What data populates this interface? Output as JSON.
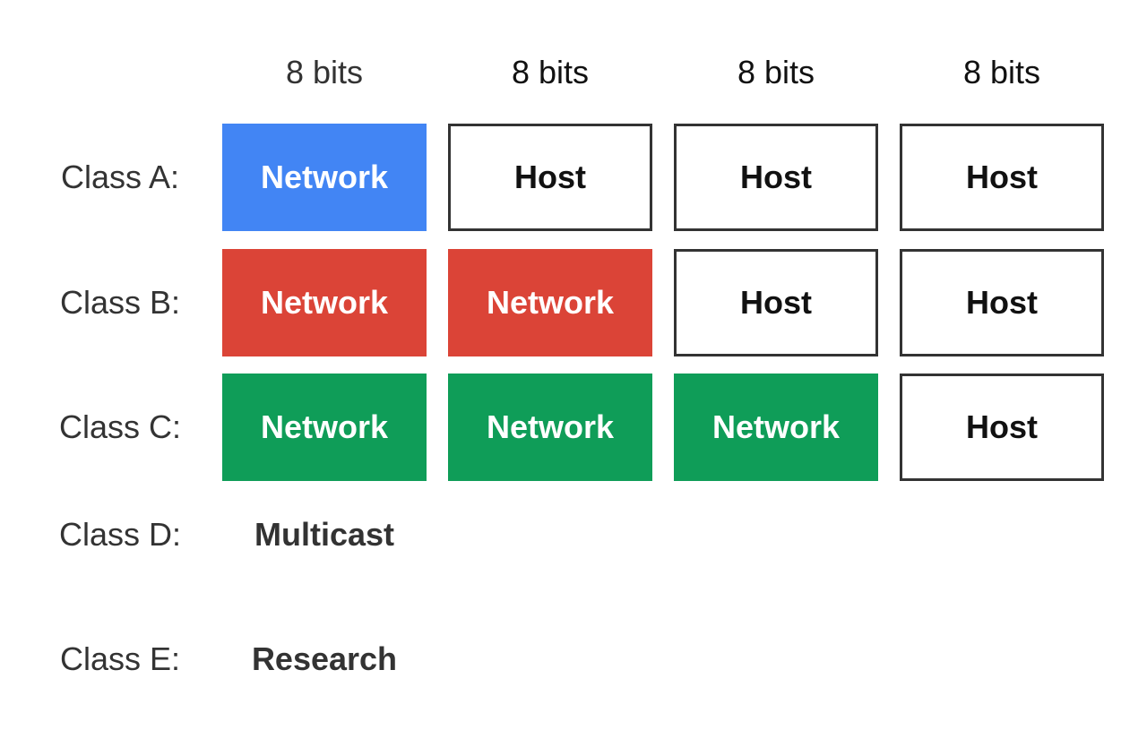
{
  "header": {
    "columns": [
      "8 bits",
      "8 bits",
      "8 bits",
      "8 bits"
    ]
  },
  "classes": [
    {
      "label": "Class A:",
      "cells": [
        {
          "text": "Network",
          "kind": "network"
        },
        {
          "text": "Host",
          "kind": "host"
        },
        {
          "text": "Host",
          "kind": "host"
        },
        {
          "text": "Host",
          "kind": "host"
        }
      ]
    },
    {
      "label": "Class B:",
      "cells": [
        {
          "text": "Network",
          "kind": "network"
        },
        {
          "text": "Network",
          "kind": "network"
        },
        {
          "text": "Host",
          "kind": "host"
        },
        {
          "text": "Host",
          "kind": "host"
        }
      ]
    },
    {
      "label": "Class C:",
      "cells": [
        {
          "text": "Network",
          "kind": "network"
        },
        {
          "text": "Network",
          "kind": "network"
        },
        {
          "text": "Network",
          "kind": "network"
        },
        {
          "text": "Host",
          "kind": "host"
        }
      ]
    },
    {
      "label": "Class D:",
      "use": "Multicast"
    },
    {
      "label": "Class E:",
      "use": "Research"
    }
  ],
  "colors": {
    "class_a_network": "#4285f4",
    "class_b_network": "#db4437",
    "class_c_network": "#0f9d58",
    "host_border": "#333333",
    "text": "#333333"
  }
}
